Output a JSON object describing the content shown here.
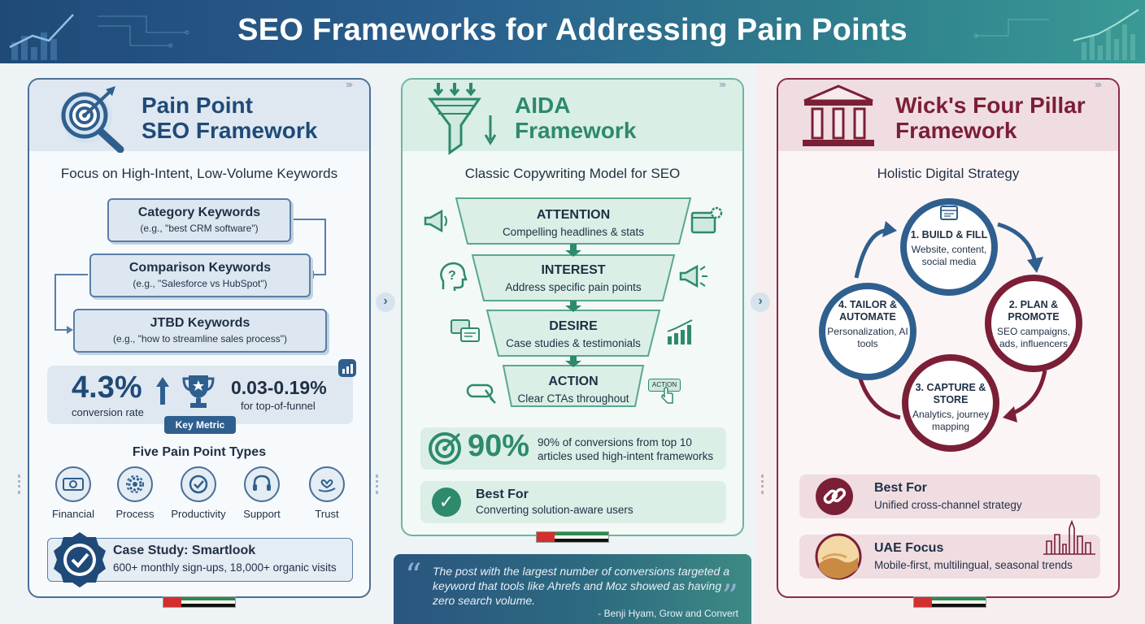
{
  "header": {
    "title": "SEO Frameworks for Addressing Pain Points"
  },
  "panel1": {
    "title_line1": "Pain Point",
    "title_line2": "SEO Framework",
    "subtitle": "Focus on High-Intent, Low-Volume Keywords",
    "keywords": [
      {
        "title": "Category Keywords",
        "example": "(e.g., \"best CRM software\")"
      },
      {
        "title": "Comparison Keywords",
        "example": "(e.g., \"Salesforce vs HubSpot\")"
      },
      {
        "title": "JTBD Keywords",
        "example": "(e.g., \"how to streamline sales process\")"
      }
    ],
    "metric": {
      "value1": "4.3%",
      "label1": "conversion rate",
      "value2": "0.03-0.19%",
      "label2": "for top-of-funnel",
      "badge": "Key Metric"
    },
    "pain_types_title": "Five Pain Point Types",
    "pain_types": [
      "Financial",
      "Process",
      "Productivity",
      "Support",
      "Trust"
    ],
    "case_study": {
      "title": "Case Study: Smartlook",
      "text": "600+ monthly sign-ups, 18,000+ organic visits"
    }
  },
  "panel2": {
    "title_line1": "AIDA",
    "title_line2": "Framework",
    "subtitle": "Classic Copywriting Model for SEO",
    "steps": [
      {
        "title": "ATTENTION",
        "text": "Compelling headlines & stats"
      },
      {
        "title": "INTEREST",
        "text": "Address specific pain points"
      },
      {
        "title": "DESIRE",
        "text": "Case studies & testimonials"
      },
      {
        "title": "ACTION",
        "text": "Clear CTAs throughout"
      }
    ],
    "action_icon_text": "ACTION",
    "stat": {
      "value": "90%",
      "text": "90% of conversions from top 10 articles used high-intent frameworks"
    },
    "best_for": {
      "title": "Best For",
      "text": "Converting solution-aware users"
    }
  },
  "quote": {
    "text": "The post with the largest number of conversions targeted a keyword that tools like Ahrefs and Moz showed as having zero search volume.",
    "author": "- Benji Hyam, Grow and Convert"
  },
  "panel3": {
    "title_line1": "Wick's Four Pillar",
    "title_line2": "Framework",
    "subtitle": "Holistic Digital Strategy",
    "pillars": [
      {
        "title": "1. BUILD & FILL",
        "text": "Website, content, social media"
      },
      {
        "title": "2. PLAN & PROMOTE",
        "text": "SEO campaigns, ads, influencers"
      },
      {
        "title": "3. CAPTURE & STORE",
        "text": "Analytics, journey mapping"
      },
      {
        "title": "4. TAILOR & AUTOMATE",
        "text": "Personalization, AI tools"
      }
    ],
    "best_for": {
      "title": "Best For",
      "text": "Unified cross-channel strategy"
    },
    "uae": {
      "title": "UAE Focus",
      "text": "Mobile-first, multilingual, seasonal trends"
    }
  },
  "colors": {
    "blue": "#1f4a78",
    "green": "#2e8a6c",
    "maroon": "#7b1f36"
  }
}
